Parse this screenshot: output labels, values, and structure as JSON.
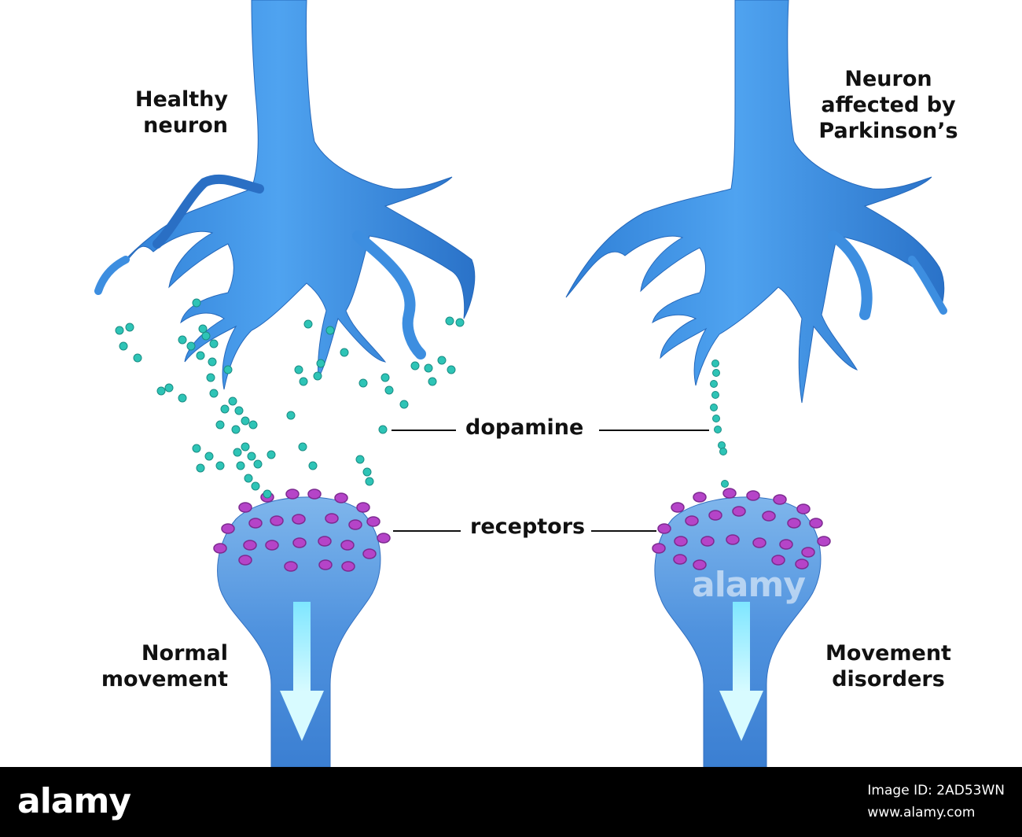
{
  "labels": {
    "healthy": [
      "Healthy",
      "neuron"
    ],
    "affected": [
      "Neuron",
      "affected by",
      "Parkinson’s"
    ],
    "normal": [
      "Normal",
      "movement"
    ],
    "disorders": [
      "Movement",
      "disorders"
    ],
    "dopamine": "dopamine",
    "receptors": "receptors"
  },
  "watermark": "alamy",
  "footer": {
    "brand": "alamy",
    "image_id": "Image ID: 2AD53WN",
    "url": "www.alamy.com"
  },
  "colors": {
    "neuron": "#3a8fe0",
    "dopamine": "#2ec4b6",
    "receptor": "#b544c8",
    "arrow": "#9ff0ff"
  }
}
